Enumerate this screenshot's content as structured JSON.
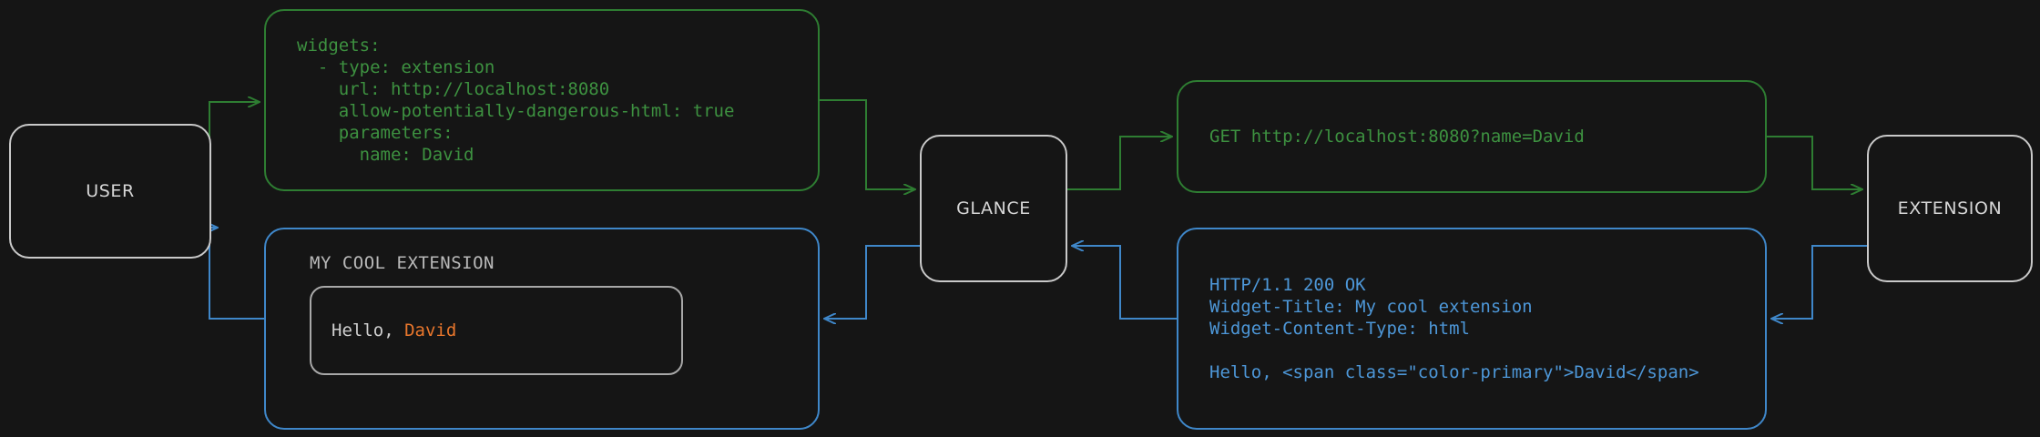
{
  "theme": {
    "background": "#151515",
    "node_border": "#c9c9c9",
    "node_label": "#d6d6d6",
    "request_green": "#3d9140",
    "response_blue": "#4d97d8",
    "accent_orange": "#e8762c",
    "widget_card_border": "#a8a8a8"
  },
  "nodes": {
    "user": "USER",
    "glance": "GLANCE",
    "extension": "EXTENSION"
  },
  "boxes": {
    "config": {
      "color": "#3d9140",
      "text": "widgets:\n  - type: extension\n    url: http://localhost:8080\n    allow-potentially-dangerous-html: true\n    parameters:\n      name: David"
    },
    "request": {
      "color": "#3d9140",
      "text": "GET http://localhost:8080?name=David"
    },
    "response": {
      "color": "#4d97d8",
      "text": "HTTP/1.1 200 OK\nWidget-Title: My cool extension\nWidget-Content-Type: html\n\nHello, <span class=\"color-primary\">David</span>"
    },
    "widget": {
      "color": "#4d97d8",
      "title": "MY COOL EXTENSION",
      "body_prefix": "Hello, ",
      "body_accent": "David"
    }
  },
  "connectors": [
    {
      "name": "user-to-config",
      "color": "#3d9140",
      "direction": "right"
    },
    {
      "name": "config-to-glance",
      "color": "#3d9140",
      "direction": "right"
    },
    {
      "name": "glance-to-request",
      "color": "#3d9140",
      "direction": "right"
    },
    {
      "name": "request-to-extension",
      "color": "#3d9140",
      "direction": "right"
    },
    {
      "name": "extension-to-response",
      "color": "#4d97d8",
      "direction": "left"
    },
    {
      "name": "response-to-glance",
      "color": "#4d97d8",
      "direction": "left"
    },
    {
      "name": "glance-to-widget",
      "color": "#4d97d8",
      "direction": "left"
    },
    {
      "name": "widget-to-user",
      "color": "#4d97d8",
      "direction": "left"
    }
  ]
}
